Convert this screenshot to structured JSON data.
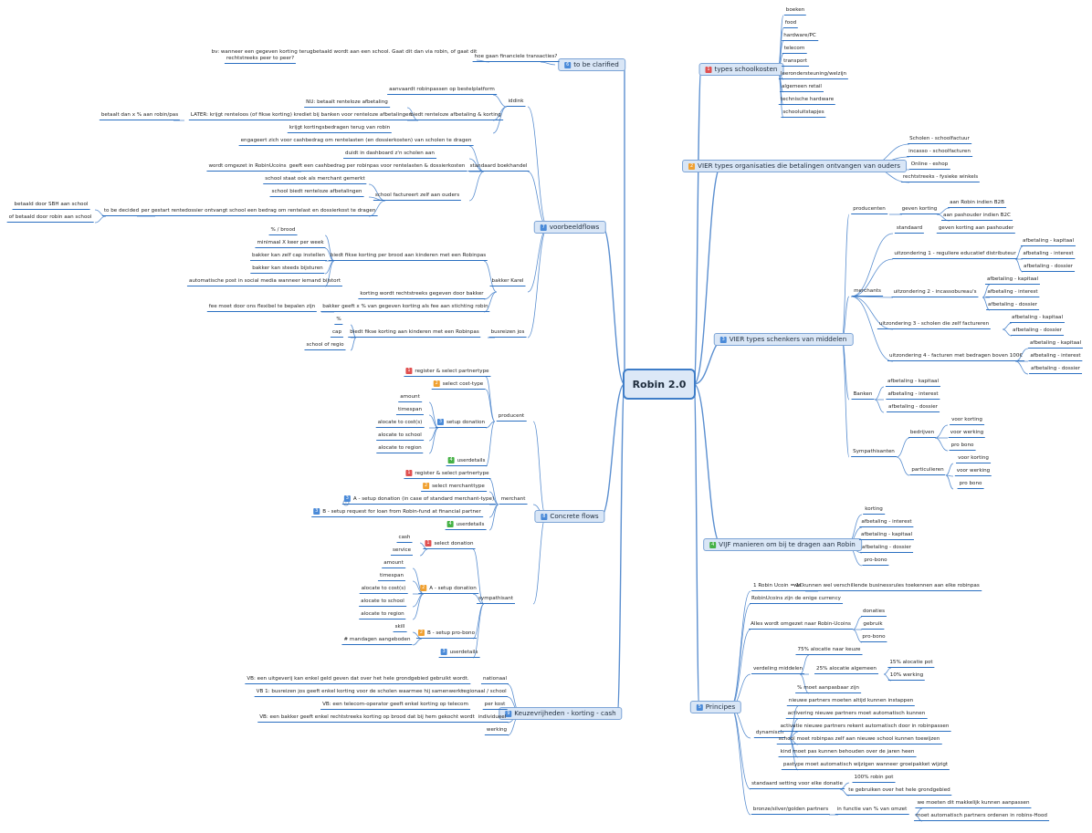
{
  "root": "Robin 2.0",
  "topics": {
    "schoolkosten": "types schoolkosten",
    "organisaties": "VIER types organisaties die betalingen ontvangen van ouders",
    "schenkers": "VIER types schenkers van middelen",
    "manieren": "VIJF manieren om bij te dragen aan Robin",
    "principes": "Principes",
    "clarified": "to be clarified",
    "voorbeeldflows": "voorbeeldflows",
    "concrete": "Concrete flows",
    "keuze": "Keuzevrijheden - korting - cash"
  },
  "badges": {
    "one": "1",
    "two": "2",
    "three": "3",
    "four": "4",
    "five": "5",
    "six": "6",
    "seven": "7",
    "eight": "8",
    "nine": "9"
  },
  "schoolkosten": [
    "boeken",
    "food",
    "hardware/PC",
    "telecom",
    "transport",
    "leerondersteuning/welzijn",
    "algemeen retail",
    "technische hardware",
    "schooluitstapjes"
  ],
  "organisaties": [
    "Scholen - schoolfactuur",
    "incasso - schoolfacturen",
    "Online - eshop",
    "rechtstreeks - fysieke winkels"
  ],
  "schenkers": {
    "producenten": "producenten",
    "geven_korting": "geven korting",
    "aan_b2b": "aan Robin indien B2B",
    "aan_b2c": "aan pashouder indien B2C",
    "merchants": "merchants",
    "standaard": "standaard",
    "geven_korting_pashouder": "geven korting aan pashouder",
    "u1": "uitzondering 1 - reguliere educatief distributeur",
    "u2": "uitzondering 2 - incassobureau's",
    "u3": "uitzondering 3 - scholen die zelf factureren",
    "u4": "uitzondering 4 - facturen met bedragen boven 100€",
    "afb_kapitaal": "afbetaling - kapitaal",
    "afb_interest": "afbetaling - interest",
    "afb_dossier": "afbetaling - dossier",
    "banken": "Banken",
    "sympathisanten": "Sympathisanten",
    "bedrijven": "bedrijven",
    "particulieren": "particulieren",
    "voor_korting": "voor korting",
    "voor_werking": "voor werking",
    "pro_bono": "pro bono"
  },
  "manieren": [
    "korting",
    "afbetaling - interest",
    "afbetaling - kapitaal",
    "afbetaling - dossier",
    "pro-bono"
  ],
  "principes": {
    "ucoin": "1 Robin Ucoin = 1€",
    "ucoin_rules": "we kunnen wel verschillende businessrules toekennen aan elke robinpas",
    "ucoins_only": "RobinUcoins zijn de enige currency",
    "omgezet": "Alles wordt omgezet naar Robin-Ucoins",
    "donaties": "donaties",
    "gebruik": "gebruik",
    "probono": "pro-bono",
    "verdeling": "verdeling middelen",
    "keuze75": "75% alocatie naar keuze",
    "alg25": "25% alocatie algemeen",
    "pot15": "15% alocatie pot",
    "werking10": "10% werking",
    "aanpasbaar": "% moet aanpasbaar zijn",
    "dynamisch": "dynamisch",
    "dyn": [
      "nieuwe partners moeten altijd kunnen instappen",
      "activering nieuwe partners moet automatisch kunnen",
      "activatie nieuwe partners rekent automatisch door in robinpassen",
      "school moet robinpas zelf aan nieuwe school kunnen toewijzen",
      "kind moet pas kunnen behouden over de jaren heen",
      "pastype moet automatisch wijzigen wanneer groeipakket wijzigt"
    ],
    "std_setting": "standaard setting voor elke donatie",
    "pot100": "100% robin pot",
    "grondgebied": "te gebruiken over het hele grondgebied",
    "brons": "bronze/silver/golden partners",
    "omzet": "in functie van % van omzet",
    "aanpassen": "we moeten dit makkelijk kunnen aanpassen",
    "ordenen": "moet automatisch partners ordenen in robins-Hood"
  },
  "clarified": {
    "q": "hoe gaan financiele transacties?",
    "detail1": "bv: wanneer een gegeven korting terugbetaald wordt aan een school. Gaat dit dan via robin, of gaat dit",
    "detail2": "rechtstreeks peer to peer?"
  },
  "voorbeeld": {
    "iddink": "iddink",
    "aanvaardt": "aanvaardt robinpassen op bestelplatform",
    "biedt_rente": "biedt renteloze afbetaling & korting",
    "nu": "NU: betaalt renteloze afbetaling",
    "later": "LATER: krijgt renteloos (of fikse korting) krediet bij banken voor renteloze afbetalingen",
    "betaalt_x": "betaalt dan x % aan robin/pas",
    "krijgt": "krijgt kortingsbedragen terug van robin",
    "std": "standaard boekhandel",
    "engageert": "engageert zich voor cashbedrag om rentelasten (en dossierkosten) van scholen te dragen",
    "duidt": "duidt in dashboard z'n scholen aan",
    "geeft_cash": "geeft een cashbedrag per robinpas voor rentelasten & dossierkosten",
    "omgezet": "wordt omgezet in RobinUcoins",
    "merchant_gemerkt": "school staat ook als merchant gemerkt",
    "school_biedt": "school biedt renteloze afbetalingen",
    "school_fact": "school factureert zelf aan ouders",
    "tbd": "to be decided",
    "sbh": "betaald door SBH aan school",
    "of_robin": "of betaald door robin aan school",
    "per_gestart": "per gestart rentedossier ontvangt school een bedrag om rentelast en dossierkost te dragen",
    "bakker": "bakker Karel",
    "fikse": "biedt fikse korting per brood aan kinderen met een Robinpas",
    "brood": "% / brood",
    "minimaal": "minimaal X keer per week",
    "cap": "bakker kan zelf cap instellen",
    "bijsturen": "bakker kan steeds bijsturen",
    "social": "automatische post in social media wanneer iemand bijstort",
    "rechtstreeks": "korting wordt rechtstreeks gegeven door bakker",
    "fee": "bakker geeft x % van gegeven korting als fee aan stichting robin",
    "fee_ons": "fee moet door ons flexibel te bepalen zijn",
    "busreizen": "busreizen jos",
    "bus_korting": "biedt fikse korting aan kinderen met een Robinpas",
    "pct": "%",
    "capw": "cap",
    "school_regio": "school of regio"
  },
  "concrete": {
    "producent": "producent",
    "register": "register & select partnertype",
    "cost_type": "select cost-type",
    "setup": "setup donation",
    "amount": "amount",
    "timespan": "timespan",
    "alocate_cost": "alocate to cost(s)",
    "alocate_school": "alocate to school",
    "alocate_region": "alocate to region",
    "userdetails": "userdetails",
    "merchant": "merchant",
    "merchanttype": "select merchanttype",
    "a_setup": "A - setup donation (in case of standard merchant-type)",
    "b_setup": "B - setup request for loan from Robin-fund at financial partner",
    "sympathisant": "sympathisant",
    "select_donation": "select donation",
    "cash": "cash",
    "service": "service",
    "a_setup2": "A - setup donation",
    "b_probono": "B - setup pro-bono",
    "skill": "skill",
    "mandagen": "# mandagen aangeboden"
  },
  "keuze": {
    "nationaal": "nationaal",
    "vb_nat": "VB: een uitgeverij kan enkel geld geven dat over het hele grondgebied gebruikt wordt.",
    "regio": "regionaal / school",
    "vb_reg": "VB 1: busreizen jos geeft enkel korting voor de scholen waarmee hij samenwerkt",
    "kost": "per kost",
    "vb_kost": "VB: een telecom-operator geeft enkel korting op telecom",
    "individueel": "individueel",
    "vb_ind": "VB: een bakker geeft enkel rechtstreeks korting op brood dat bij hem gekocht wordt",
    "werking": "werking"
  },
  "colors": {
    "line": "#5b8fd0",
    "accent": "#3e7dc8"
  }
}
